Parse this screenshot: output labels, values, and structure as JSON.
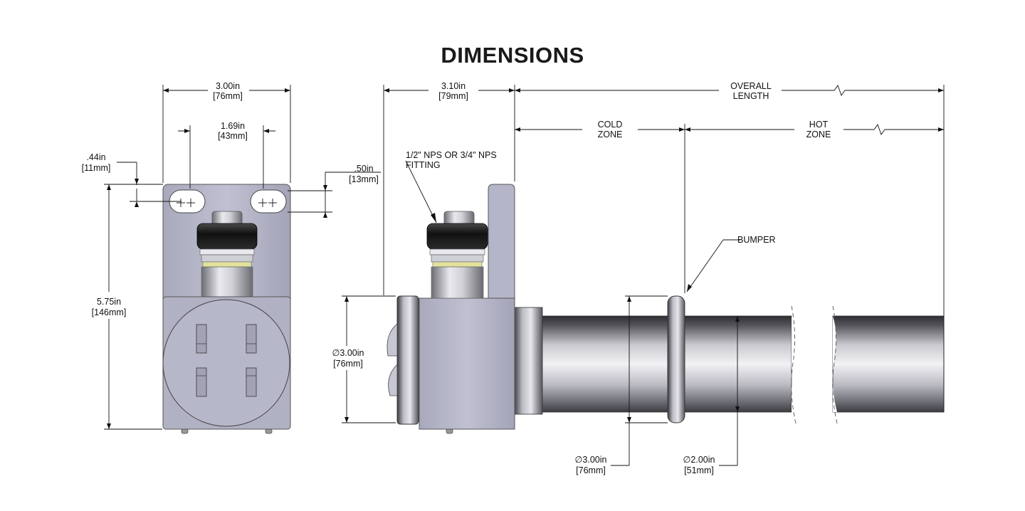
{
  "title": "DIMENSIONS",
  "front_view": {
    "width_in": "3.00in",
    "width_mm": "[76mm]",
    "hole_spacing_in": "1.69in",
    "hole_spacing_mm": "[43mm]",
    "hole_offset_in": ".44in",
    "hole_offset_mm": "[11mm]",
    "height_in": "5.75in",
    "height_mm": "[146mm]"
  },
  "side_view": {
    "head_length_in": "3.10in",
    "head_length_mm": "[79mm]",
    "overall_line1": "OVERALL",
    "overall_line2": "LENGTH",
    "cold_line1": "COLD",
    "cold_line2": "ZONE",
    "hot_line1": "HOT",
    "hot_line2": "ZONE",
    "fitting_line1": "1/2\" NPS OR 3/4\" NPS",
    "fitting_line2": "FITTING",
    "bracket_in": ".50in",
    "bracket_mm": "[13mm]",
    "head_dia_in": "∅3.00in",
    "head_dia_mm": "[76mm]",
    "bumper": "BUMPER",
    "bumper_dia_in": "∅3.00in",
    "bumper_dia_mm": "[76mm]",
    "tube_dia_in": "∅2.00in",
    "tube_dia_mm": "[51mm]"
  },
  "colors": {
    "body": "#b3b3c6",
    "body_dark": "#8f8fa4",
    "tube_light": "#e6e6ea",
    "tube_dark": "#3a3a3e",
    "cap": "#1c1c1c",
    "ring": "#d8d890"
  }
}
